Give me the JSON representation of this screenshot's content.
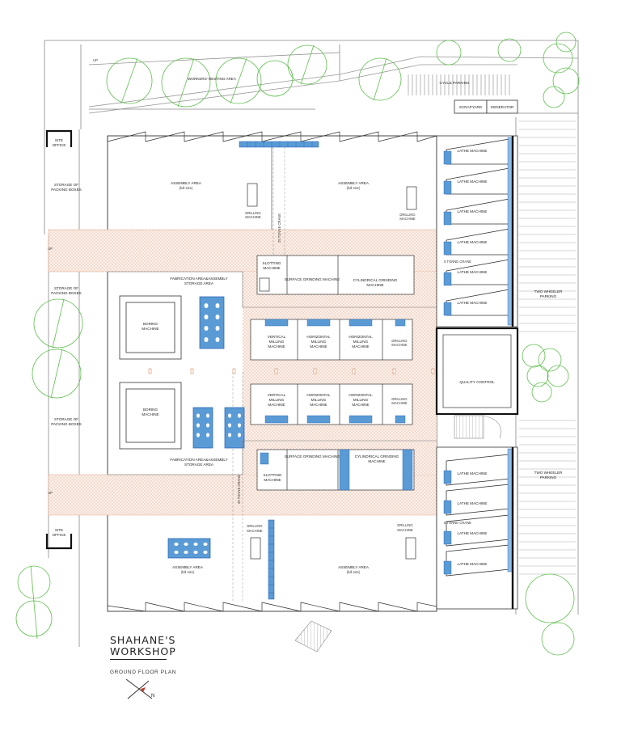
{
  "title": {
    "line1": "SHAHANE'S",
    "line2": "WORKSHOP",
    "subtitle": "GROUND FLOOR PLAN",
    "north": "N"
  },
  "labels": {
    "workers_resting": "WORKERS' RESTING AREA",
    "cycle_parking": "CYCLE PARKING",
    "scrapyard": "SCRAPYARD",
    "generator": "GENERATOR",
    "site_office": [
      "SITE",
      "OFFICE"
    ],
    "storage_packing": [
      "STORAGE OF",
      "PACKING BOXES"
    ],
    "assembly_area": "ASSEMBLY AREA",
    "full_size": "(full size)",
    "drilling_machine": [
      "DRILLING",
      "MACHINE"
    ],
    "slotting_machine": [
      "SLOTTING",
      "MACHINE"
    ],
    "surface_grinding": "SURFACE GRINDING MACHINE",
    "cylindrical_grinding": [
      "CYLINDRICAL GRINDING",
      "MACHINE"
    ],
    "fabrication_storage": [
      "FABRICATION AREA&ASSEMBLY",
      "STORAGE AREA"
    ],
    "boring_machine": [
      "BORING",
      "MACHINE"
    ],
    "vertical_milling": [
      "VERTICAL",
      "MILLING",
      "MACHINE"
    ],
    "horizontal_milling": [
      "HORIZONTAL",
      "MILLING",
      "MACHINE"
    ],
    "lathe_machine": "LATHE MACHINE",
    "five_tonne_crane": "5 TONNE CRANE",
    "twentyfive_tonne_crane": "25 TONNE CRANE",
    "two_wheeler_parking": [
      "TWO WHEELER",
      "PARKING"
    ],
    "quality_control": "QUALITY CONTROL",
    "up": "UP"
  },
  "colors": {
    "machine_blue": "#5b9bd5",
    "machine_blue_dark": "#1f5fb4",
    "tree_green": "#5fbf4f",
    "corridor_hatch": "#e6b89c",
    "wall": "#111111",
    "line": "#777777"
  }
}
